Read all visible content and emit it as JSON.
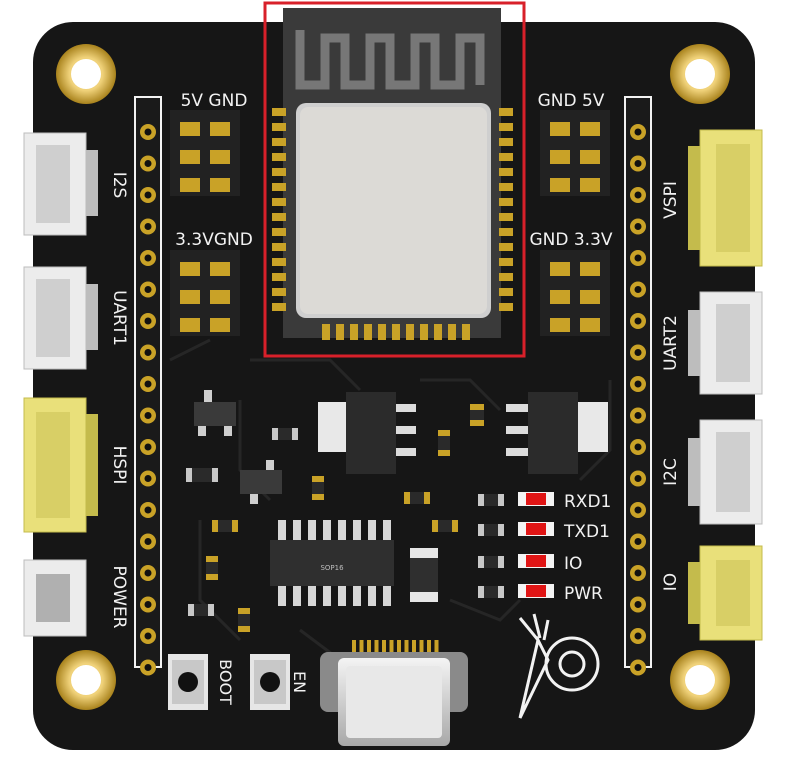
{
  "labels": {
    "top_left_1": "5V GND",
    "top_left_2": "3.3VGND",
    "top_right_1": "GND 5V",
    "top_right_2": "GND 3.3V",
    "left_i2s": "I2S",
    "left_uart1": "UART1",
    "left_hspi": "HSPI",
    "left_power": "POWER",
    "right_vspi": "VSPI",
    "right_uart2": "UART2",
    "right_i2c": "I2C",
    "right_io": "IO",
    "led_rxd1": "RXD1",
    "led_txd1": "TXD1",
    "led_io": "IO",
    "led_pwr": "PWR",
    "btn_boot": "BOOT",
    "btn_en": "EN",
    "chip_sop16": "SOP16"
  },
  "colors": {
    "board": "#161616",
    "highlight_box": "#d8202a",
    "gold": "#c9a227",
    "connector_white": "#ececec",
    "connector_yellow": "#e9e07a",
    "led_red": "#e01515"
  }
}
